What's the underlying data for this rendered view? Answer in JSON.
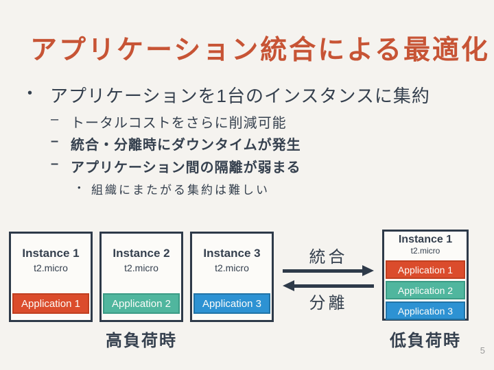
{
  "title": "アプリケーション統合による最適化",
  "page_number": "5",
  "bullets": {
    "main_marker": "•",
    "main": "アプリケーションを1台のインスタンスに集約",
    "sub_marker": "–",
    "sub1": "トータルコストをさらに削減可能",
    "sub2": "統合・分離時にダウンタイムが発生",
    "sub3": "アプリケーション間の隔離が弱まる",
    "subsub_marker": "•",
    "subsub": "組織にまたがる集約は難しい"
  },
  "diagram": {
    "instances": [
      {
        "name": "Instance 1",
        "type": "t2.micro"
      },
      {
        "name": "Instance 2",
        "type": "t2.micro"
      },
      {
        "name": "Instance 3",
        "type": "t2.micro"
      }
    ],
    "apps": [
      {
        "label": "Application 1",
        "color": "#DB4C2C",
        "border": "#C03F20"
      },
      {
        "label": "Application 2",
        "color": "#50B69E",
        "border": "#3B9B85"
      },
      {
        "label": "Application 3",
        "color": "#2D92D3",
        "border": "#2173A6"
      }
    ],
    "merged_instance": {
      "name": "Instance 1",
      "type": "t2.micro"
    },
    "integrate_label": "統合",
    "separate_label": "分離",
    "high_load_caption": "高負荷時",
    "low_load_caption": "低負荷時"
  },
  "colors": {
    "background": "#F5F3EF",
    "title": "#C75435",
    "text": "#35404E",
    "box_border": "#2E3A49",
    "arrow": "#2E3A49",
    "page_number": "#9A9A9A"
  }
}
